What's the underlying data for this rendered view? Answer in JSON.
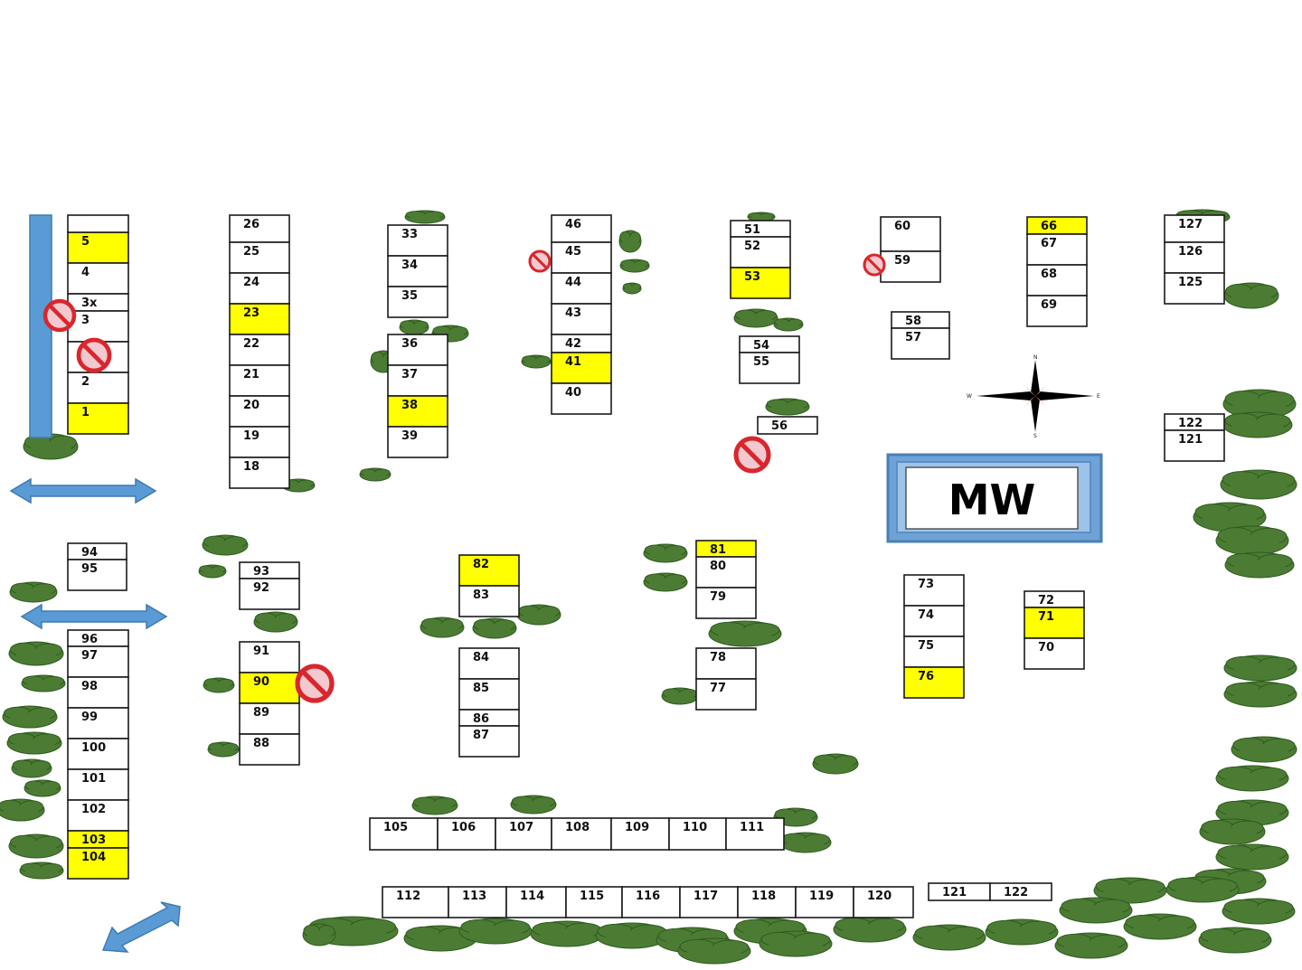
{
  "map_label": "MW",
  "compass": {
    "north": "N",
    "south": "S",
    "east": "E",
    "west": "W"
  },
  "colors": {
    "highlight": "#ffff00",
    "tree": "#4c7c34",
    "tree_dark": "#2f5a1e",
    "road": "#5b9bd5",
    "no_entry": "#d9262c"
  },
  "lots": [
    "1",
    "2",
    "3",
    "3x",
    "4",
    "5",
    "18",
    "19",
    "20",
    "21",
    "22",
    "23",
    "24",
    "25",
    "26",
    "33",
    "34",
    "35",
    "36",
    "37",
    "38",
    "39",
    "40",
    "41",
    "42",
    "43",
    "44",
    "45",
    "46",
    "51",
    "52",
    "53",
    "54",
    "55",
    "56",
    "57",
    "58",
    "59",
    "60",
    "66",
    "67",
    "68",
    "69",
    "70",
    "71",
    "72",
    "73",
    "74",
    "75",
    "76",
    "77",
    "78",
    "79",
    "80",
    "81",
    "82",
    "83",
    "84",
    "85",
    "86",
    "87",
    "88",
    "89",
    "90",
    "91",
    "92",
    "93",
    "94",
    "95",
    "96",
    "97",
    "98",
    "99",
    "100",
    "101",
    "102",
    "103",
    "104",
    "105",
    "106",
    "107",
    "108",
    "109",
    "110",
    "111",
    "112",
    "113",
    "114",
    "115",
    "116",
    "117",
    "118",
    "119",
    "120",
    "121",
    "122",
    "125",
    "126",
    "127"
  ],
  "highlighted_lots": [
    "1",
    "5",
    "23",
    "38",
    "41",
    "53",
    "66",
    "71",
    "76",
    "81",
    "82",
    "90",
    "103",
    "104"
  ]
}
